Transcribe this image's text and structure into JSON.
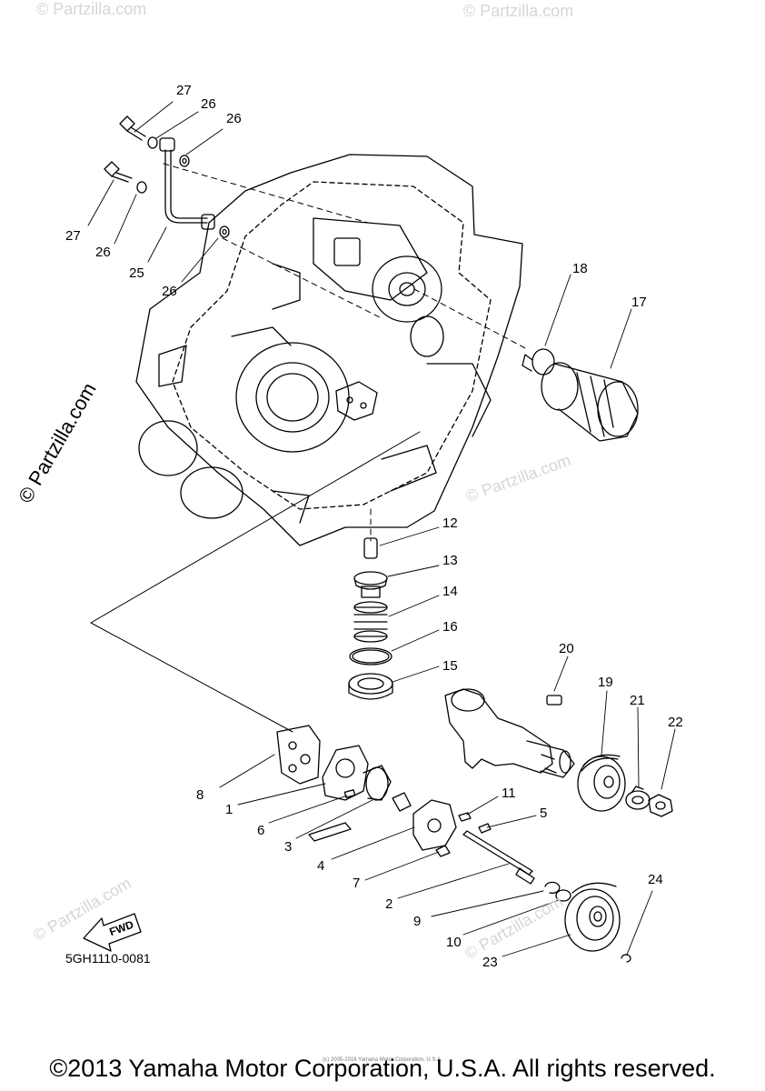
{
  "callouts": [
    "27",
    "26",
    "26",
    "27",
    "26",
    "25",
    "26",
    "18",
    "17",
    "12",
    "13",
    "14",
    "16",
    "15",
    "20",
    "19",
    "21",
    "22",
    "8",
    "1",
    "6",
    "3",
    "4",
    "11",
    "5",
    "7",
    "2",
    "9",
    "10",
    "23",
    "24"
  ],
  "diagram_code": "5GH1110-0081",
  "fwd_label": "FWD",
  "watermark": "© Partzilla.com",
  "copyright": "©2013 Yamaha Motor Corporation, U.S.A. All rights reserved.",
  "tiny_copyright": "(c) 2005-2016 Yamaha Motor Corporation, U.S.A."
}
